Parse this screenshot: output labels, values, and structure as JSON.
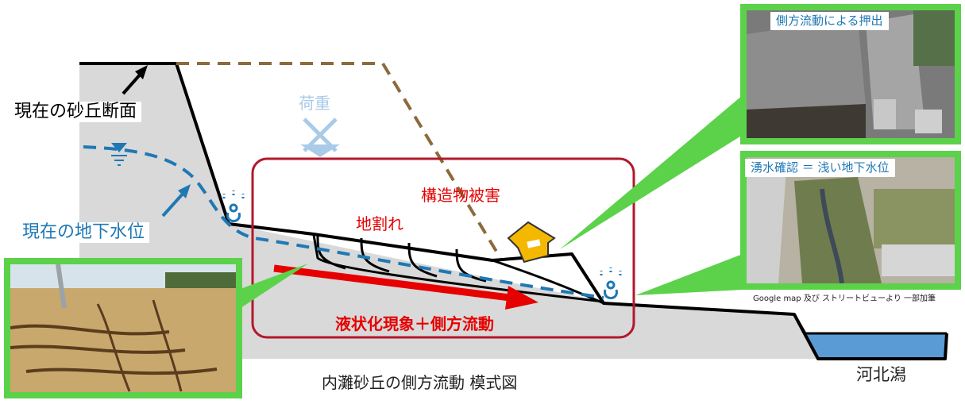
{
  "labels": {
    "current_dune_section": "現在の砂丘断面",
    "current_groundwater": "現在の地下水位",
    "load": "荷重",
    "ground_crack": "地割れ",
    "structure_damage": "構造物被害",
    "liquefaction_lateral_flow": "液状化現象＋側方流動",
    "diagram_title": "内灘砂丘の側方流動 模式図",
    "lagoon": "河北潟",
    "source_note": "Google map 及び ストリートビューより 一部加筆"
  },
  "photos": {
    "top_right_caption": "側方流動による押出",
    "middle_right_caption": "湧水確認 ＝ 浅い地下水位"
  },
  "colors": {
    "ground_fill": "#d9d9d9",
    "outline": "#000000",
    "groundwater": "#1f78b4",
    "damage_red": "#e60000",
    "frame_red": "#b2182b",
    "dune_dashed": "#8c6a3c",
    "load_light_blue": "#a9cbe8",
    "photo_frame_green": "#5bd24a",
    "lagoon_water": "#5b9bd5",
    "house_yellow": "#f5b800"
  },
  "icons": [
    "water-table-icon",
    "spring-icon",
    "house-icon",
    "load-arrow-icon"
  ]
}
